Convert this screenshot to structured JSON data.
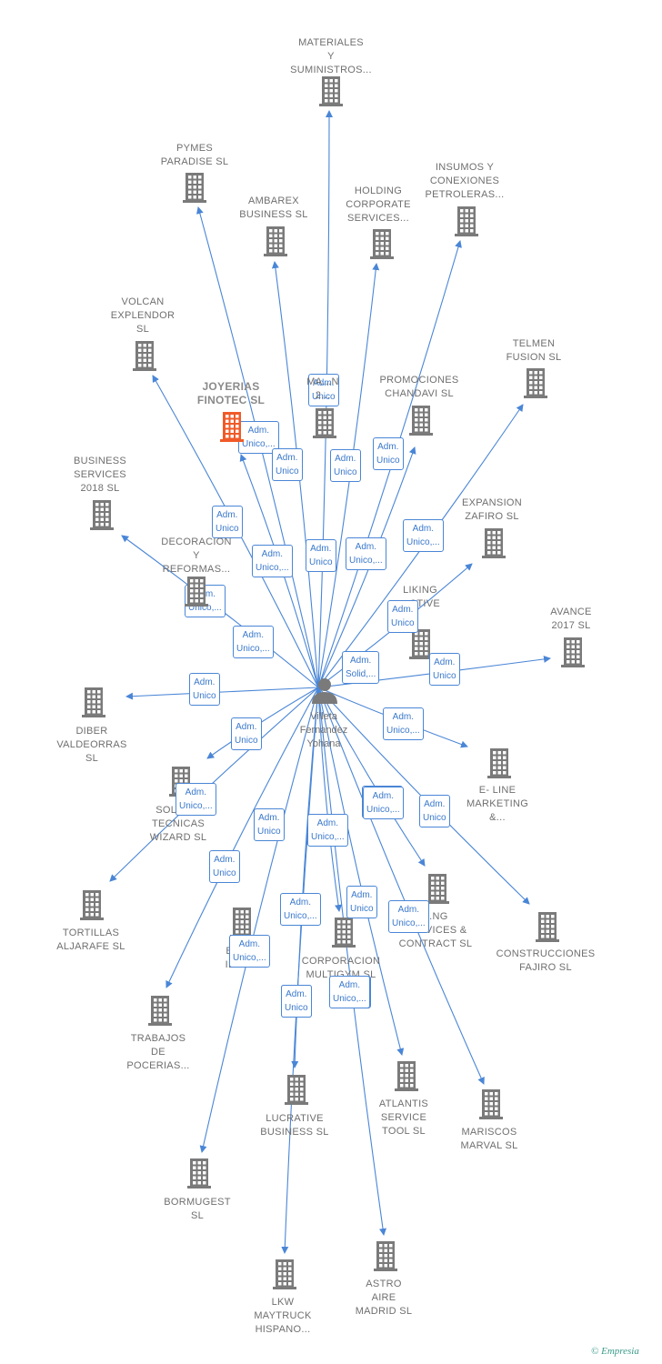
{
  "center": {
    "label": "Villeta\nFernandez\nYohana",
    "icon": "person-icon"
  },
  "colors": {
    "edge": "#4a86d6",
    "icon": "#7a7a7a",
    "highlight": "#f05a28",
    "label": "#6f6f6f"
  },
  "nodes": [
    {
      "id": "materiales",
      "label": "MATERIALES\nY\nSUMINISTROS...",
      "rel": "Adm.\nUnico"
    },
    {
      "id": "pymes",
      "label": "PYMES\nPARADISE  SL",
      "rel": "Adm.\nUnico,..."
    },
    {
      "id": "ambarex",
      "label": "AMBAREX\nBUSINESS  SL",
      "rel": "Adm.\nUnico"
    },
    {
      "id": "holding",
      "label": "HOLDING\nCORPORATE\nSERVICES...",
      "rel": "Adm.\nUnico"
    },
    {
      "id": "insumos",
      "label": "INSUMOS Y\nCONEXIONES\nPETROLERAS...",
      "rel": "Adm.\nUnico"
    },
    {
      "id": "volcan",
      "label": "VOLCAN\nEXPLENDOR\nSL",
      "rel": "Adm.\nUnico"
    },
    {
      "id": "joyerias",
      "label": "JOYERIAS\nFINOTEC  SL",
      "rel": "Adm.\nUnico"
    },
    {
      "id": "mas",
      "label": "MA...N\n2...",
      "rel": "Adm.\nUnico,..."
    },
    {
      "id": "promociones",
      "label": "PROMOCIONES\nCHANDAVI  SL",
      "rel": "Adm.\nUnico"
    },
    {
      "id": "telmen",
      "label": "TELMEN\nFUSION  SL",
      "rel": "Adm.\nUnico,..."
    },
    {
      "id": "business2018",
      "label": "BUSINESS\nSERVICES\n2018  SL",
      "rel": "Adm.\nUnico,..."
    },
    {
      "id": "decoracion",
      "label": "DECORACION\nY\nREFORMAS...",
      "rel": "Adm.\nUnico,..."
    },
    {
      "id": "expansion",
      "label": "EXPANSION\nZAFIRO  SL",
      "rel": "Adm.\nUnico"
    },
    {
      "id": "liking",
      "label": "LIKING\n...CTIVE",
      "rel": "Adm.\nSolid,..."
    },
    {
      "id": "avance",
      "label": "AVANCE\n2017  SL",
      "rel": "Adm.\nUnico"
    },
    {
      "id": "diber",
      "label": "DIBER\nVALDEORRAS\nSL",
      "rel": "Adm.\nUnico"
    },
    {
      "id": "eline",
      "label": "E- LINE\nMARKETING\n&...",
      "rel": "Adm.\nUnico,..."
    },
    {
      "id": "soluciones",
      "label": "SOLUC...\nTECNICAS\nWIZARD  SL",
      "rel": "Adm.\nUnico"
    },
    {
      "id": "tortillas",
      "label": "TORTILLAS\nALJARAFE  SL",
      "rel": "Adm.\nUnico,..."
    },
    {
      "id": "construcciones",
      "label": "CONSTRUCCIONES\nFAJIRO  SL",
      "rel": "Adm.\nUnico"
    },
    {
      "id": "bipe",
      "label": "BIP...\nIBE...",
      "rel": "Adm.\nUnico"
    },
    {
      "id": "corporacion",
      "label": "CORPORACION\nMULTIGYM SL",
      "rel": "Adm.\nUnico,..."
    },
    {
      "id": "ing",
      "label": "...NG\nSERVICES &\nCONTRACT  SL",
      "rel": "Adm.\nUnico,..."
    },
    {
      "id": "trabajos",
      "label": "TRABAJOS\nDE\nPOCERIAS...",
      "rel": "Adm.\nUnico"
    },
    {
      "id": "lucrative",
      "label": "LUCRATIVE\nBUSINESS  SL",
      "rel": "Adm.\nUnico,..."
    },
    {
      "id": "atlantis",
      "label": "ATLANTIS\nSERVICE\nTOOL  SL",
      "rel": "Adm.\nUnico"
    },
    {
      "id": "mariscos",
      "label": "MARISCOS\nMARVAL  SL",
      "rel": "Adm.\nUnico,..."
    },
    {
      "id": "bormugest",
      "label": "BORMUGEST\nSL",
      "rel": "Adm.\nUnico,..."
    },
    {
      "id": "lkw",
      "label": "LKW\nMAYTRUCK\nHISPANO...",
      "rel": "Adm.\nUnico"
    },
    {
      "id": "astro",
      "label": "ASTRO\nAIRE\nMADRID  SL",
      "rel": "Adm.\nUnico,..."
    }
  ],
  "footer": {
    "symbol": "©",
    "brand": "Empresia"
  }
}
